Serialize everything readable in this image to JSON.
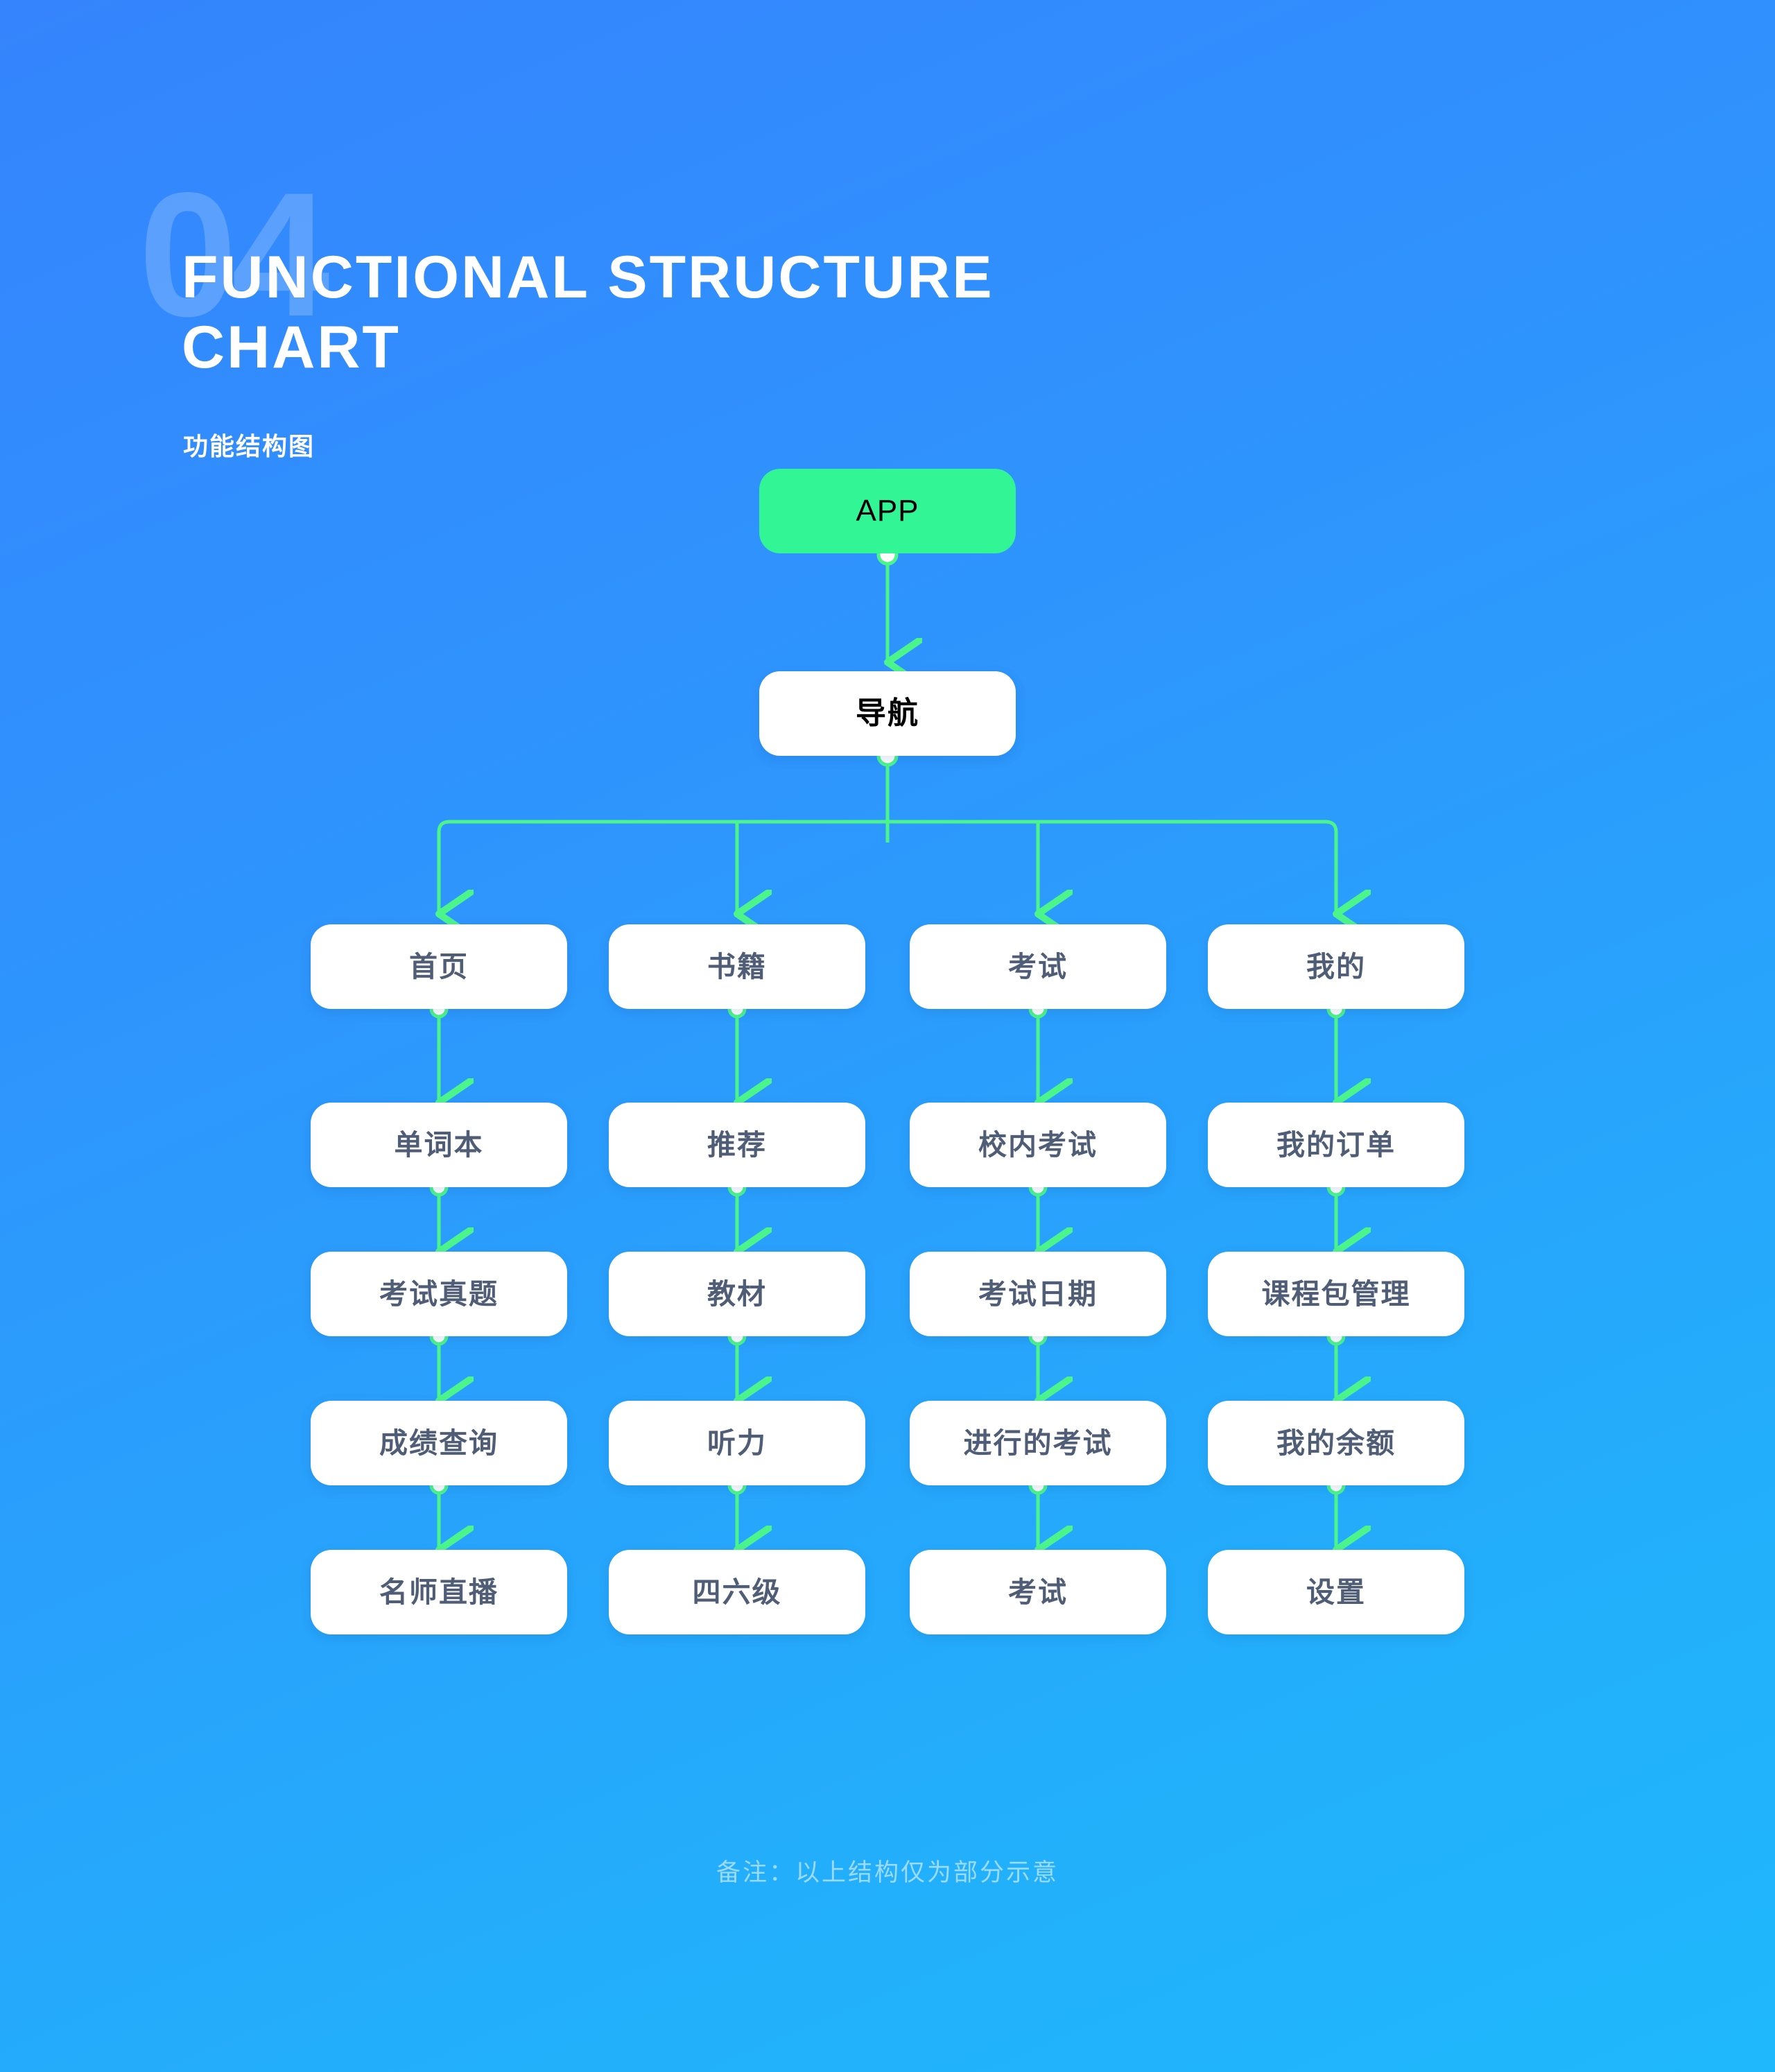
{
  "header": {
    "section_number": "04",
    "title_line_1": "FUNCTIONAL STRUCTURE",
    "title_line_2": "CHART",
    "subtitle": "功能结构图"
  },
  "footnote": "备注：以上结构仅为部分示意",
  "colors": {
    "background_top": "#3584FD",
    "background_bottom": "#1FB8FC",
    "accent_green": "#32F596",
    "node_fill": "#FFFFFF",
    "node_text": "#505D77",
    "root_text": "#000000",
    "connector": "#4CF58C",
    "watermark": "rgba(255,255,255,0.20)",
    "footnote_text": "rgba(255,255,255,0.55)"
  },
  "chart_data": {
    "type": "tree",
    "title": "功能结构图",
    "root": {
      "label": "APP",
      "style": "green"
    },
    "level2": {
      "label": "导航",
      "style": "white-bold"
    },
    "columns": [
      {
        "head": "首页",
        "items": [
          "单词本",
          "考试真题",
          "成绩查询",
          "名师直播"
        ]
      },
      {
        "head": "书籍",
        "items": [
          "推荐",
          "教材",
          "听力",
          "四六级"
        ]
      },
      {
        "head": "考试",
        "items": [
          "校内考试",
          "考试日期",
          "进行的考试",
          "考试"
        ]
      },
      {
        "head": "我的",
        "items": [
          "我的订单",
          "课程包管理",
          "我的余额",
          "设置"
        ]
      }
    ]
  },
  "nodes": {
    "app": "APP",
    "nav": "导航",
    "c0_r0": "首页",
    "c1_r0": "书籍",
    "c2_r0": "考试",
    "c3_r0": "我的",
    "c0_r1": "单词本",
    "c1_r1": "推荐",
    "c2_r1": "校内考试",
    "c3_r1": "我的订单",
    "c0_r2": "考试真题",
    "c1_r2": "教材",
    "c2_r2": "考试日期",
    "c3_r2": "课程包管理",
    "c0_r3": "成绩查询",
    "c1_r3": "听力",
    "c2_r3": "进行的考试",
    "c3_r3": "我的余额",
    "c0_r4": "名师直播",
    "c1_r4": "四六级",
    "c2_r4": "考试",
    "c3_r4": "设置"
  }
}
